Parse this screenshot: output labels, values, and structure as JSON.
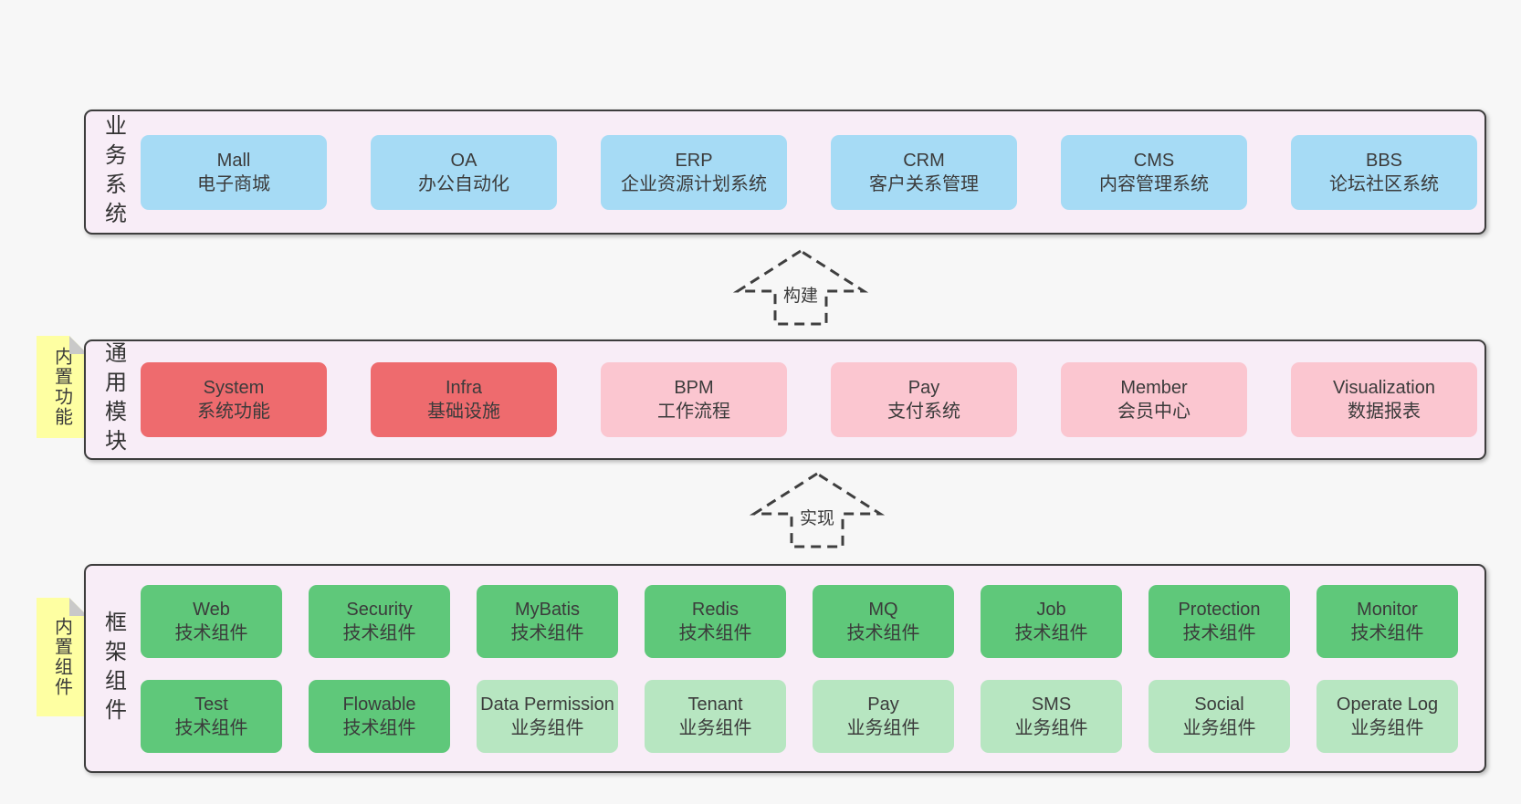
{
  "sections": [
    {
      "label": "业务系统",
      "boxes": [
        {
          "en": "Mall",
          "cn": "电子商城"
        },
        {
          "en": "OA",
          "cn": "办公自动化"
        },
        {
          "en": "ERP",
          "cn": "企业资源计划系统"
        },
        {
          "en": "CRM",
          "cn": "客户关系管理"
        },
        {
          "en": "CMS",
          "cn": "内容管理系统"
        },
        {
          "en": "BBS",
          "cn": "论坛社区系统"
        }
      ]
    },
    {
      "label": "通用模块",
      "note": "内置功能",
      "boxes": [
        {
          "en": "System",
          "cn": "系统功能"
        },
        {
          "en": "Infra",
          "cn": "基础设施"
        },
        {
          "en": "BPM",
          "cn": "工作流程"
        },
        {
          "en": "Pay",
          "cn": "支付系统"
        },
        {
          "en": "Member",
          "cn": "会员中心"
        },
        {
          "en": "Visualization",
          "cn": "数据报表"
        }
      ]
    },
    {
      "label": "框架组件",
      "note": "内置组件",
      "boxes": [
        {
          "en": "Web",
          "cn": "技术组件"
        },
        {
          "en": "Security",
          "cn": "技术组件"
        },
        {
          "en": "MyBatis",
          "cn": "技术组件"
        },
        {
          "en": "Redis",
          "cn": "技术组件"
        },
        {
          "en": "MQ",
          "cn": "技术组件"
        },
        {
          "en": "Job",
          "cn": "技术组件"
        },
        {
          "en": "Protection",
          "cn": "技术组件"
        },
        {
          "en": "Monitor",
          "cn": "技术组件"
        },
        {
          "en": "Test",
          "cn": "技术组件"
        },
        {
          "en": "Flowable",
          "cn": "技术组件"
        },
        {
          "en": "Data Permission",
          "cn": "业务组件"
        },
        {
          "en": "Tenant",
          "cn": "业务组件"
        },
        {
          "en": "Pay",
          "cn": "业务组件"
        },
        {
          "en": "SMS",
          "cn": "业务组件"
        },
        {
          "en": "Social",
          "cn": "业务组件"
        },
        {
          "en": "Operate Log",
          "cn": "业务组件"
        }
      ]
    }
  ],
  "arrows": [
    {
      "label": "构建"
    },
    {
      "label": "实现"
    }
  ],
  "colors": {
    "page_bg": "#f7f7f7",
    "panel_bg": "#f8edf7",
    "panel_border": "#3d3d3d",
    "blue": "#a6dbf5",
    "red": "#ee6b6e",
    "pink": "#fbc6d0",
    "green_dark": "#5fc87a",
    "green_light": "#b7e6c1",
    "note_yellow": "#feffa2",
    "text": "#3b3b3b"
  }
}
